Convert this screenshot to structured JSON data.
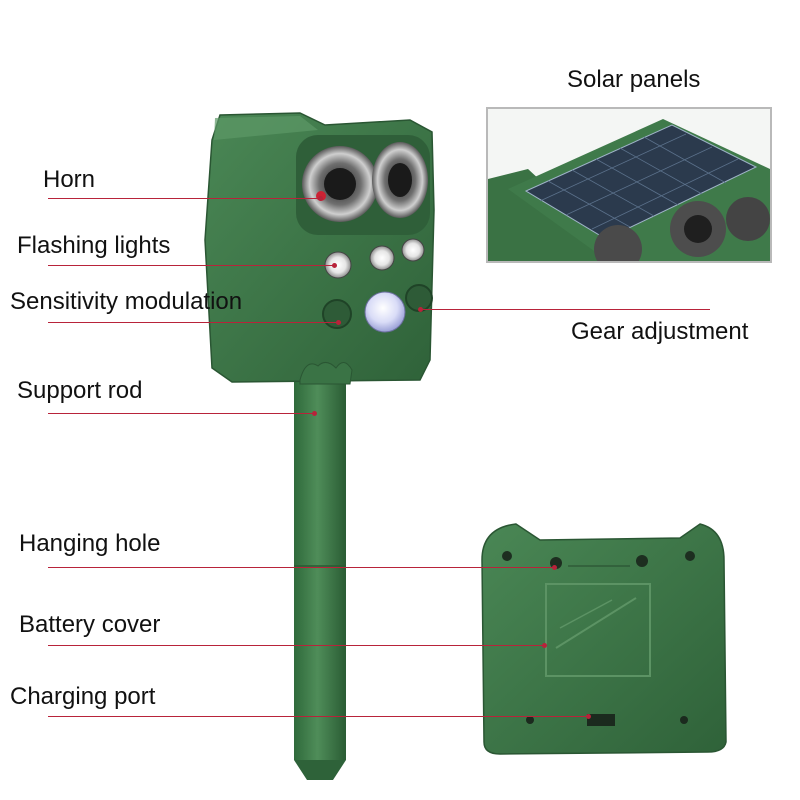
{
  "labels": {
    "horn": "Horn",
    "flashing_lights": "Flashing lights",
    "sensitivity_modulation": "Sensitivity modulation",
    "support_rod": "Support rod",
    "hanging_hole": "Hanging hole",
    "battery_cover": "Battery cover",
    "charging_port": "Charging port",
    "solar_panels": "Solar panels",
    "gear_adjustment": "Gear adjustment"
  },
  "colors": {
    "device_green": "#3f7a4a",
    "device_dark": "#2c5a36",
    "leader_line": "#b8233a",
    "text": "#111111",
    "solar_panel": "#2b3a4d"
  }
}
